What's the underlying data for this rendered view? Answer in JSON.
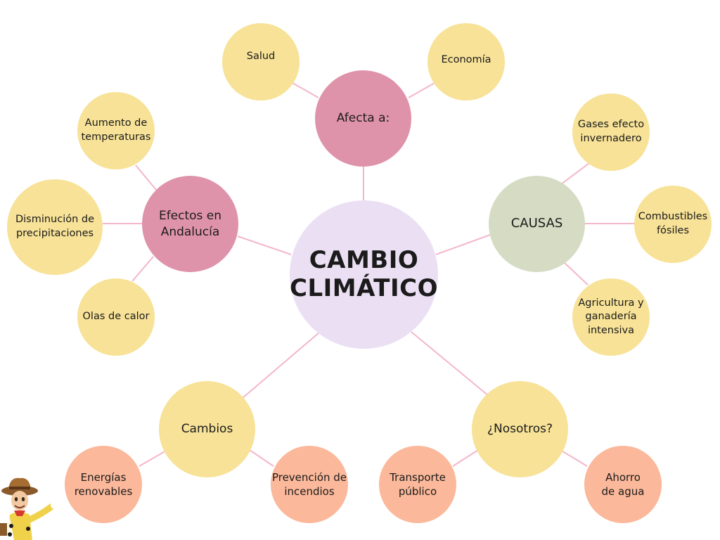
{
  "diagram": {
    "center": {
      "label": "CAMBIO\nCLIMÁTICO"
    },
    "hubs": {
      "afecta": {
        "label": "Afecta a:"
      },
      "efectos": {
        "label": "Efectos en\nAndalucía"
      },
      "causas": {
        "label": "CAUSAS"
      },
      "cambios": {
        "label": "Cambios"
      },
      "nosotros": {
        "label": "¿Nosotros?"
      }
    },
    "leaves": {
      "salud": {
        "label": "Salud"
      },
      "economia": {
        "label": "Economía"
      },
      "aumento": {
        "label": "Aumento de\ntemperaturas"
      },
      "disminucion": {
        "label": "Disminución de\nprecipitaciones"
      },
      "olas": {
        "label": "Olas de calor"
      },
      "gases": {
        "label": "Gases efecto\ninvernadero"
      },
      "combustibles": {
        "label": "Combustibles\nfósiles"
      },
      "agricultura": {
        "label": "Agricultura y\nganadería\nintensiva"
      },
      "energias": {
        "label": "Energías\nrenovables"
      },
      "prevencion": {
        "label": "Prevención de\nincendios"
      },
      "transporte": {
        "label": "Transporte\npúblico"
      },
      "ahorro": {
        "label": "Ahorro\nde agua"
      }
    },
    "colors": {
      "center": "#ebe0f3",
      "hub_pink": "#df93aa",
      "hub_sage": "#d6dbc3",
      "leaf_yellow": "#f7e297",
      "leaf_salmon": "#fbb89a",
      "connector": "#f3b6cb"
    },
    "decoration": {
      "character_icon": "cartoon-cowboy-icon"
    }
  }
}
